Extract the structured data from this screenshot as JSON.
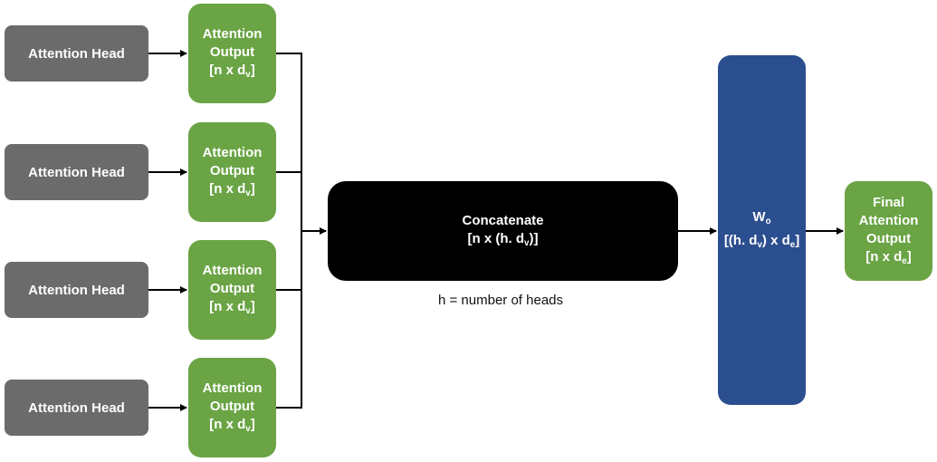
{
  "heads": [
    {
      "label": "Attention Head",
      "output": {
        "line1": "Attention",
        "line2": "Output",
        "dims_pre": "[n x d",
        "dims_sub": "v",
        "dims_post": "]"
      }
    },
    {
      "label": "Attention Head",
      "output": {
        "line1": "Attention",
        "line2": "Output",
        "dims_pre": "[n x d",
        "dims_sub": "v",
        "dims_post": "]"
      }
    },
    {
      "label": "Attention Head",
      "output": {
        "line1": "Attention",
        "line2": "Output",
        "dims_pre": "[n x d",
        "dims_sub": "v",
        "dims_post": "]"
      }
    },
    {
      "label": "Attention Head",
      "output": {
        "line1": "Attention",
        "line2": "Output",
        "dims_pre": "[n x d",
        "dims_sub": "v",
        "dims_post": "]"
      }
    }
  ],
  "concat": {
    "title": "Concatenate",
    "dims_pre": "[n x (h. d",
    "dims_sub": "v",
    "dims_post": ")]"
  },
  "note": "h = number of heads",
  "wo": {
    "name": "W",
    "name_sub": "o",
    "dims_pre": "[(h. d",
    "dims_sub1": "v",
    "dims_mid": ") x d",
    "dims_sub2": "e",
    "dims_post": "]"
  },
  "final": {
    "line1": "Final",
    "line2": "Attention",
    "line3": "Output",
    "dims_pre": "[n x d",
    "dims_sub": "e",
    "dims_post": "]"
  },
  "colors": {
    "head": "#6b6b6b",
    "output": "#6aa444",
    "concat": "#000000",
    "wo": "#2b4e8f"
  }
}
